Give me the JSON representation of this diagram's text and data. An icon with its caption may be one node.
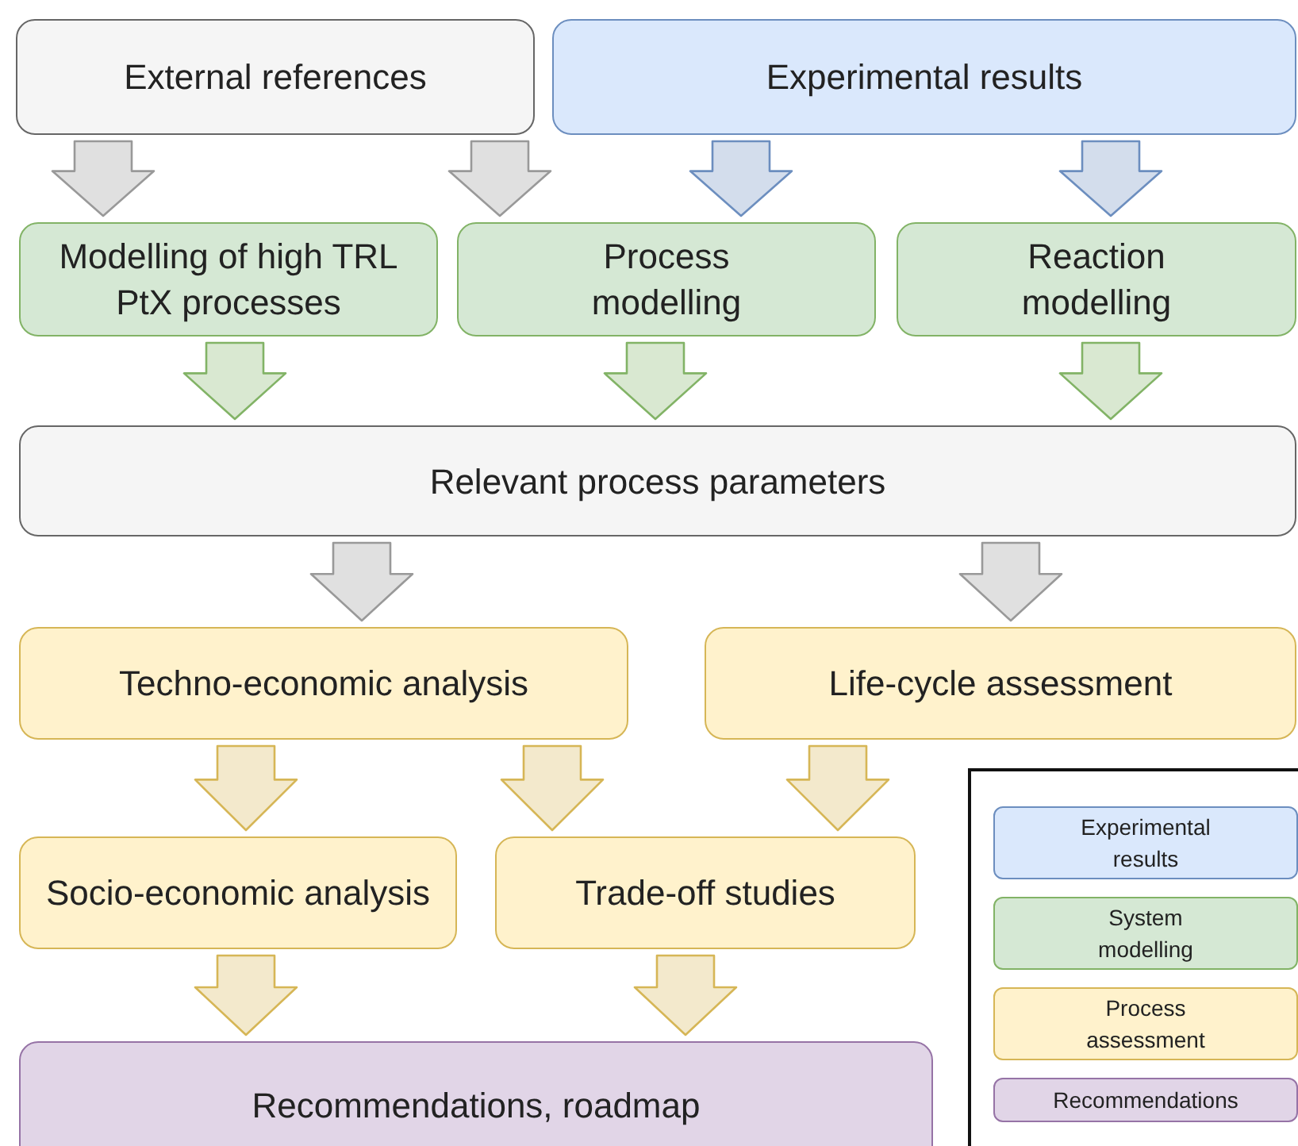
{
  "diagram": {
    "nodes": [
      {
        "text": [
          "External references"
        ]
      },
      {
        "text": [
          "Experimental results"
        ]
      },
      {
        "text": [
          "Modelling of high TRL PtX processes"
        ]
      },
      {
        "text": [
          "Process modelling"
        ]
      },
      {
        "text": [
          "Reaction modelling"
        ]
      },
      {
        "text": [
          "Relevant process parameters"
        ]
      },
      {
        "text": [
          "Techno-economic analysis"
        ]
      },
      {
        "text": [
          "Life-cycle assessment"
        ]
      },
      {
        "text": [
          "Socio-economic analysis"
        ]
      },
      {
        "text": [
          "Trade-off studies"
        ]
      },
      {
        "text": [
          "Recommendations, roadmap"
        ]
      }
    ],
    "edges": [
      {
        "from": 0,
        "to": 2,
        "arrow": "to",
        "color": "#999999"
      },
      {
        "from": 0,
        "to": 3,
        "arrow": "to",
        "color": "#999999"
      },
      {
        "from": 1,
        "to": 3,
        "arrow": "to",
        "color": "#6c8ebf"
      },
      {
        "from": 1,
        "to": 4,
        "arrow": "to",
        "color": "#6c8ebf"
      },
      {
        "from": 2,
        "to": 5,
        "arrow": "to",
        "color": "#82b366"
      },
      {
        "from": 3,
        "to": 5,
        "arrow": "to",
        "color": "#82b366"
      },
      {
        "from": 4,
        "to": 5,
        "arrow": "to",
        "color": "#82b366"
      },
      {
        "from": 5,
        "to": 6,
        "arrow": "to",
        "color": "#999999"
      },
      {
        "from": 5,
        "to": 7,
        "arrow": "to",
        "color": "#999999"
      },
      {
        "from": 6,
        "to": 8,
        "arrow": "to",
        "color": "#d6b656"
      },
      {
        "from": 6,
        "to": 9,
        "arrow": "to",
        "color": "#d6b656"
      },
      {
        "from": 7,
        "to": 9,
        "arrow": "to",
        "color": "#d6b656"
      },
      {
        "from": 8,
        "to": 10,
        "arrow": "to",
        "color": "#d6b656"
      },
      {
        "from": 9,
        "to": 10,
        "arrow": "to",
        "color": "#d6b656"
      }
    ],
    "legend": [
      {
        "text": "Experimental results",
        "color": "#dae8fc"
      },
      {
        "text": "System modelling",
        "color": "#d5e8d4"
      },
      {
        "text": "Process assessment",
        "color": "#fff2cc"
      },
      {
        "text": "Recommendations",
        "color": "#e1d5e7"
      }
    ]
  }
}
